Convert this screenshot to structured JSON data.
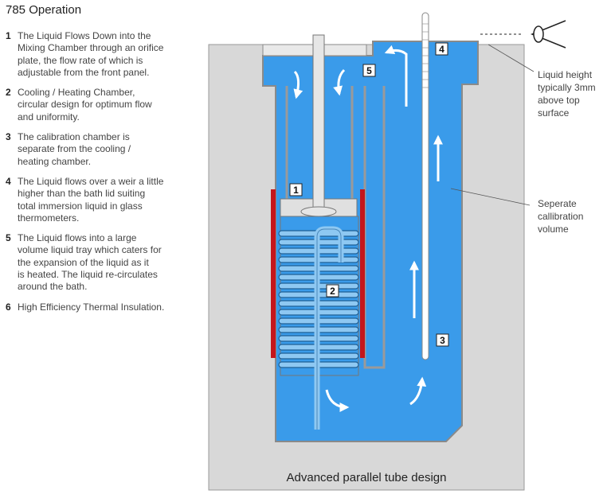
{
  "title": "785 Operation",
  "steps": [
    {
      "num": "1",
      "text": "The Liquid Flows Down into the\nMixing Chamber through an orifice\nplate, the flow rate of which is\nadjustable from the front panel."
    },
    {
      "num": "2",
      "text": "Cooling / Heating Chamber,\ncircular design for optimum flow\nand uniformity."
    },
    {
      "num": "3",
      "text": "The calibration chamber is\nseparate from the cooling /\nheating chamber."
    },
    {
      "num": "4",
      "text": "The Liquid flows over a weir a little\nhigher than the bath lid suiting\ntotal immersion liquid in glass\nthermometers."
    },
    {
      "num": "5",
      "text": "The Liquid flows into a large\nvolume liquid tray which caters for\nthe expansion of the liquid as it\nis heated. The liquid re-circulates\naround the bath."
    },
    {
      "num": "6",
      "text": "High Efficiency Thermal Insulation."
    }
  ],
  "diagram": {
    "labels": {
      "one": "1",
      "two": "2",
      "three": "3",
      "four": "4",
      "five": "5"
    },
    "callouts": {
      "liquid_height": "Liquid height\ntypically 3mm\nabove top\nsurface",
      "separate_volume": "Seperate\ncallibration\nvolume"
    },
    "caption": "Advanced parallel tube design",
    "colors": {
      "liquid": "#3a9bea",
      "insulation": "#d8d8d8",
      "heater": "#c4161c",
      "wall": "#9a9a9a"
    }
  }
}
